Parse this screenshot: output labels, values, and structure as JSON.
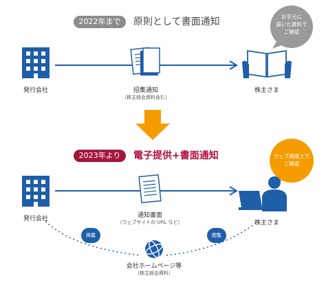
{
  "section1": {
    "badge": "2022年まで",
    "heading": "原則として書面通知",
    "company_label": "発行会社",
    "doc_label": "招集通知",
    "doc_sub": "（株主総会資料含む）",
    "shareholder_label": "株主さま",
    "bubble_lines": [
      "お手元に",
      "届いた資料で",
      "ご確認"
    ]
  },
  "section2": {
    "badge": "2023年より",
    "heading": "電子提供+書面通知",
    "company_label": "発行会社",
    "doc_label": "通知書面",
    "doc_sub": "（ウェブサイトの URL など）",
    "shareholder_label": "株主さま",
    "bubble_lines": [
      "ウェブ画面上で",
      "ご確認"
    ],
    "web_label": "会社ホームページ等",
    "web_sub": "（株主総会資料）",
    "post_badge": "掲載",
    "view_badge": "閲覧"
  },
  "colors": {
    "blue": "#1f5ea8",
    "gray_pill": "#8c8c8c",
    "red_pill": "#a4153a",
    "red_text": "#b0123c",
    "orange": "#f59c00"
  }
}
